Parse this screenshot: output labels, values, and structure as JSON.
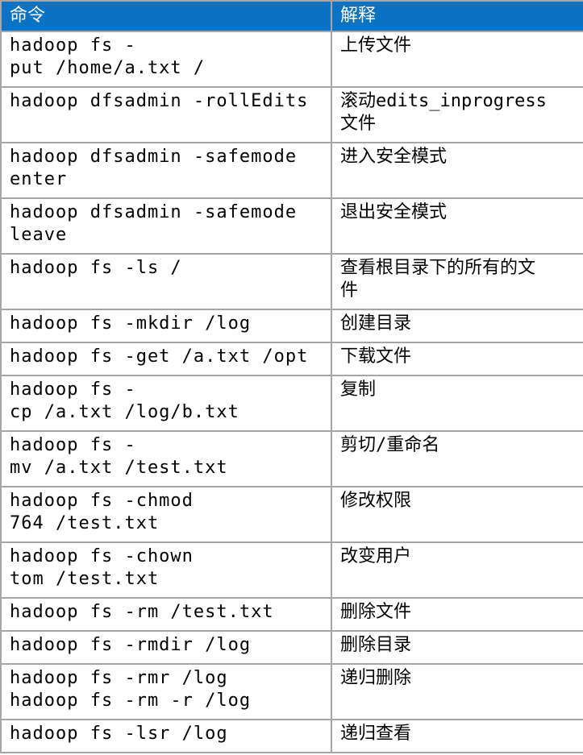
{
  "table": {
    "headers": [
      {
        "label": "命令"
      },
      {
        "label": "解释"
      }
    ],
    "rows": [
      {
        "command": "hadoop fs -\nput /home/a.txt /",
        "explanation": "上传文件"
      },
      {
        "command": "hadoop dfsadmin -rollEdits",
        "explanation": "滚动edits_inprogress\n文件"
      },
      {
        "command": "hadoop dfsadmin -safemode\nenter",
        "explanation": "进入安全模式"
      },
      {
        "command": "hadoop dfsadmin -safemode\nleave",
        "explanation": "退出安全模式"
      },
      {
        "command": "hadoop fs -ls /",
        "explanation": "查看根目录下的所有的文\n件"
      },
      {
        "command": "hadoop fs -mkdir /log",
        "explanation": "创建目录"
      },
      {
        "command": "hadoop fs -get /a.txt /opt",
        "explanation": "下载文件"
      },
      {
        "command": "hadoop fs -\ncp /a.txt /log/b.txt",
        "explanation": "复制"
      },
      {
        "command": "hadoop fs -\nmv /a.txt /test.txt",
        "explanation": "剪切/重命名"
      },
      {
        "command": "hadoop fs -chmod\n764 /test.txt",
        "explanation": "修改权限"
      },
      {
        "command": "hadoop fs -chown\ntom /test.txt",
        "explanation": "改变用户"
      },
      {
        "command": "hadoop fs -rm /test.txt",
        "explanation": "删除文件"
      },
      {
        "command": "hadoop fs -rmdir /log",
        "explanation": "删除目录"
      },
      {
        "command": "hadoop fs -rmr /log\nhadoop fs -rm -r /log",
        "explanation": "递归删除"
      },
      {
        "command": "hadoop fs -lsr /log",
        "explanation": "递归查看"
      }
    ],
    "colors": {
      "header_bg": "#0b72c4",
      "header_text": "#ffffff",
      "border": "#a6a6a6",
      "body_text": "#000000",
      "background": "#ffffff"
    }
  }
}
